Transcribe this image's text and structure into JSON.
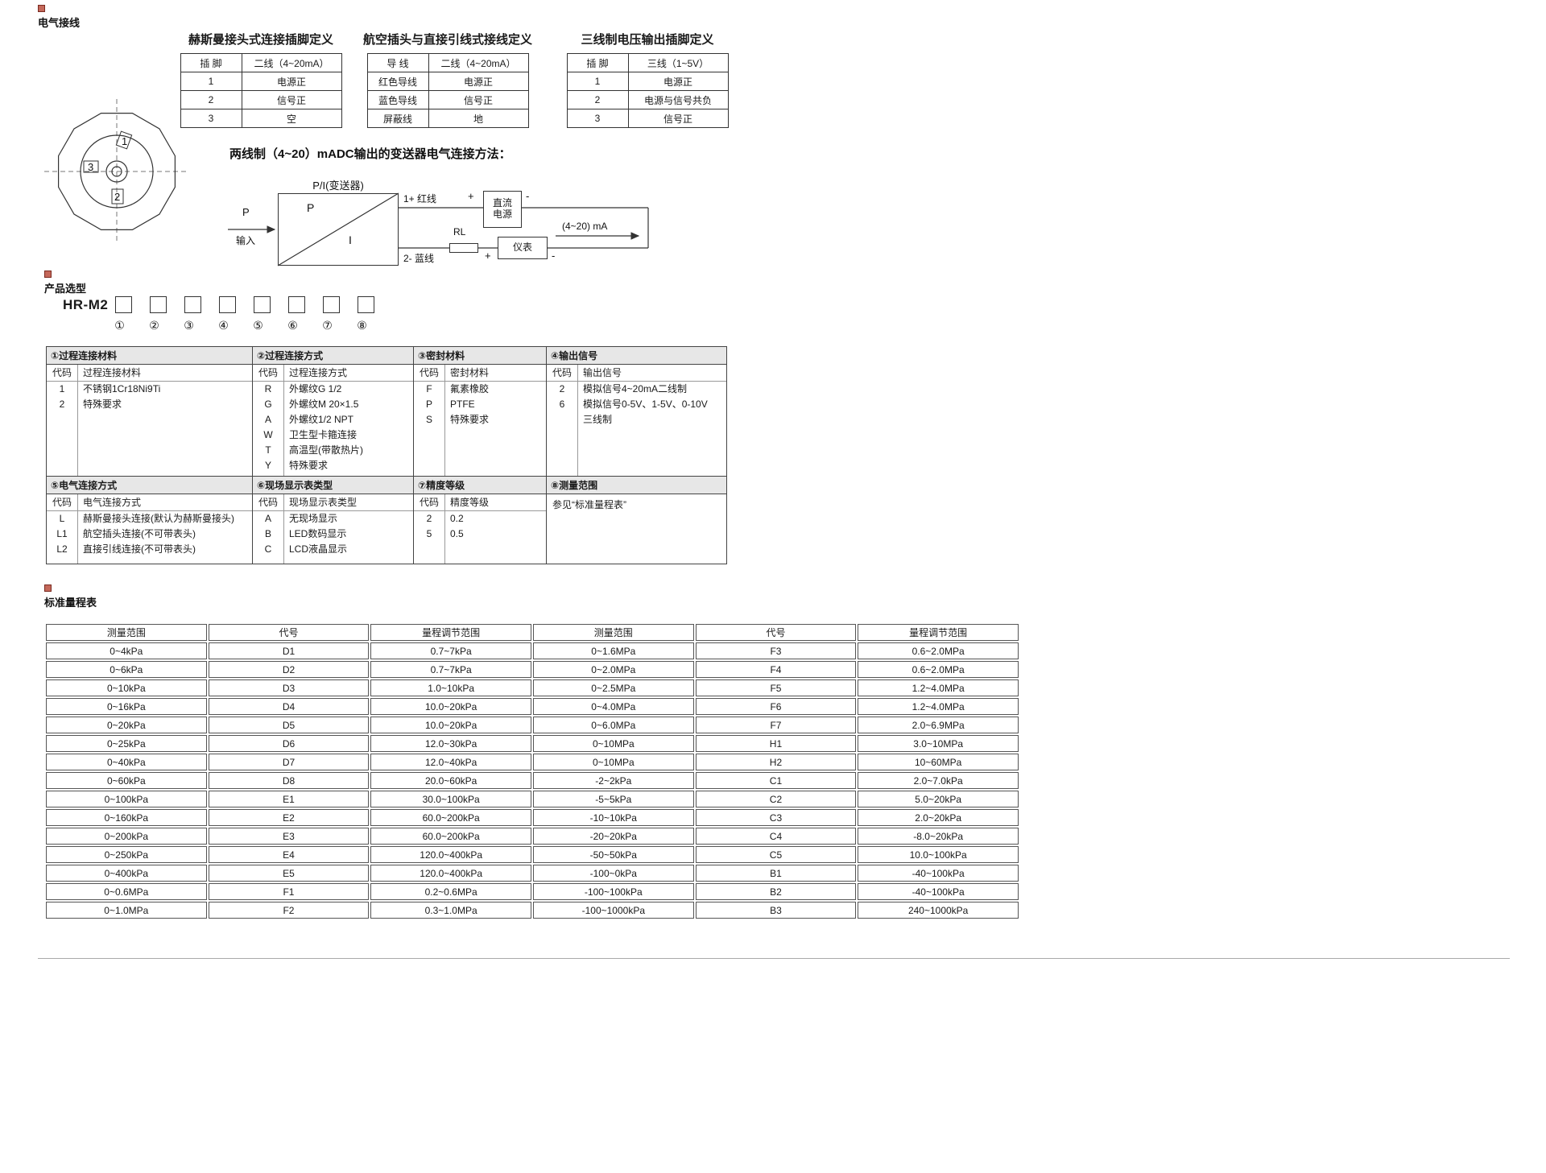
{
  "sections": {
    "wiring_title": "电气接线",
    "selection_title": "产品选型",
    "range_title": "标准量程表"
  },
  "pin_tables": [
    {
      "title": "赫斯曼接头式连接插脚定义",
      "headers": [
        "插 脚",
        "二线（4~20mA）"
      ],
      "rows": [
        [
          "1",
          "电源正"
        ],
        [
          "2",
          "信号正"
        ],
        [
          "3",
          "空"
        ]
      ]
    },
    {
      "title": "航空插头与直接引线式接线定义",
      "headers": [
        "导 线",
        "二线（4~20mA）"
      ],
      "rows": [
        [
          "红色导线",
          "电源正"
        ],
        [
          "蓝色导线",
          "信号正"
        ],
        [
          "屏蔽线",
          "地"
        ]
      ]
    },
    {
      "title": "三线制电压输出插脚定义",
      "headers": [
        "插 脚",
        "三线（1~5V）"
      ],
      "rows": [
        [
          "1",
          "电源正"
        ],
        [
          "2",
          "电源与信号共负"
        ],
        [
          "3",
          "信号正"
        ]
      ]
    }
  ],
  "connector": {
    "pin1": "1",
    "pin2": "2",
    "pin3": "3"
  },
  "circuit": {
    "title": "两线制（4~20）mADC输出的变送器电气连接方法：",
    "transmitter": "P/I(变送器)",
    "p": "P",
    "i": "I",
    "input_p": "P",
    "input": "输入",
    "wire_pos": "1+ 红线",
    "wire_neg": "2- 蓝线",
    "plus": "+",
    "minus": "-",
    "dc_power": "直流\n电源",
    "rl": "RL",
    "meter": "仪表",
    "output": "(4~20) mA"
  },
  "model": {
    "prefix": "HR-M2",
    "digits": [
      "①",
      "②",
      "③",
      "④",
      "⑤",
      "⑥",
      "⑦",
      "⑧"
    ]
  },
  "selection_groups": [
    [
      {
        "title": "①过程连接材料",
        "code_header": "代码",
        "desc_header": "过程连接材料",
        "items": [
          [
            "1",
            "不锈钢1Cr18Ni9Ti"
          ],
          [
            "2",
            "特殊要求"
          ]
        ]
      },
      {
        "title": "②过程连接方式",
        "code_header": "代码",
        "desc_header": "过程连接方式",
        "items": [
          [
            "R",
            "外螺纹G 1/2"
          ],
          [
            "G",
            "外螺纹M 20×1.5"
          ],
          [
            "A",
            "外螺纹1/2 NPT"
          ],
          [
            "W",
            "卫生型卡箍连接"
          ],
          [
            "T",
            "高温型(带散热片)"
          ],
          [
            "Y",
            "特殊要求"
          ]
        ]
      },
      {
        "title": "③密封材料",
        "code_header": "代码",
        "desc_header": "密封材料",
        "items": [
          [
            "F",
            "氟素橡胶"
          ],
          [
            "P",
            "PTFE"
          ],
          [
            "S",
            "特殊要求"
          ]
        ]
      },
      {
        "title": "④输出信号",
        "code_header": "代码",
        "desc_header": "输出信号",
        "items": [
          [
            "2",
            "模拟信号4~20mA二线制"
          ],
          [
            "6",
            "模拟信号0-5V、1-5V、0-10V\n三线制"
          ]
        ]
      }
    ],
    [
      {
        "title": "⑤电气连接方式",
        "code_header": "代码",
        "desc_header": "电气连接方式",
        "items": [
          [
            "L",
            "赫斯曼接头连接(默认为赫斯曼接头)"
          ],
          [
            "L1",
            "航空插头连接(不可带表头)"
          ],
          [
            "L2",
            "直接引线连接(不可带表头)"
          ]
        ]
      },
      {
        "title": "⑥现场显示表类型",
        "code_header": "代码",
        "desc_header": "现场显示表类型",
        "items": [
          [
            "A",
            "无现场显示"
          ],
          [
            "B",
            "LED数码显示"
          ],
          [
            "C",
            "LCD液晶显示"
          ]
        ]
      },
      {
        "title": "⑦精度等级",
        "code_header": "代码",
        "desc_header": "精度等级",
        "items": [
          [
            "2",
            "0.2"
          ],
          [
            "5",
            "0.5"
          ]
        ]
      },
      {
        "title": "⑧测量范围",
        "note": "参见“标准量程表”",
        "items": []
      }
    ]
  ],
  "range_table": {
    "headers": [
      "测量范围",
      "代号",
      "量程调节范围",
      "测量范围",
      "代号",
      "量程调节范围"
    ],
    "rows": [
      [
        "0~4kPa",
        "D1",
        "0.7~7kPa",
        "0~1.6MPa",
        "F3",
        "0.6~2.0MPa"
      ],
      [
        "0~6kPa",
        "D2",
        "0.7~7kPa",
        "0~2.0MPa",
        "F4",
        "0.6~2.0MPa"
      ],
      [
        "0~10kPa",
        "D3",
        "1.0~10kPa",
        "0~2.5MPa",
        "F5",
        "1.2~4.0MPa"
      ],
      [
        "0~16kPa",
        "D4",
        "10.0~20kPa",
        "0~4.0MPa",
        "F6",
        "1.2~4.0MPa"
      ],
      [
        "0~20kPa",
        "D5",
        "10.0~20kPa",
        "0~6.0MPa",
        "F7",
        "2.0~6.9MPa"
      ],
      [
        "0~25kPa",
        "D6",
        "12.0~30kPa",
        "0~10MPa",
        "H1",
        "3.0~10MPa"
      ],
      [
        "0~40kPa",
        "D7",
        "12.0~40kPa",
        "0~10MPa",
        "H2",
        "10~60MPa"
      ],
      [
        "0~60kPa",
        "D8",
        "20.0~60kPa",
        "-2~2kPa",
        "C1",
        "2.0~7.0kPa"
      ],
      [
        "0~100kPa",
        "E1",
        "30.0~100kPa",
        "-5~5kPa",
        "C2",
        "5.0~20kPa"
      ],
      [
        "0~160kPa",
        "E2",
        "60.0~200kPa",
        "-10~10kPa",
        "C3",
        "2.0~20kPa"
      ],
      [
        "0~200kPa",
        "E3",
        "60.0~200kPa",
        "-20~20kPa",
        "C4",
        "-8.0~20kPa"
      ],
      [
        "0~250kPa",
        "E4",
        "120.0~400kPa",
        "-50~50kPa",
        "C5",
        "10.0~100kPa"
      ],
      [
        "0~400kPa",
        "E5",
        "120.0~400kPa",
        "-100~0kPa",
        "B1",
        "-40~100kPa"
      ],
      [
        "0~0.6MPa",
        "F1",
        "0.2~0.6MPa",
        "-100~100kPa",
        "B2",
        "-40~100kPa"
      ],
      [
        "0~1.0MPa",
        "F2",
        "0.3~1.0MPa",
        "-100~1000kPa",
        "B3",
        "240~1000kPa"
      ]
    ]
  }
}
